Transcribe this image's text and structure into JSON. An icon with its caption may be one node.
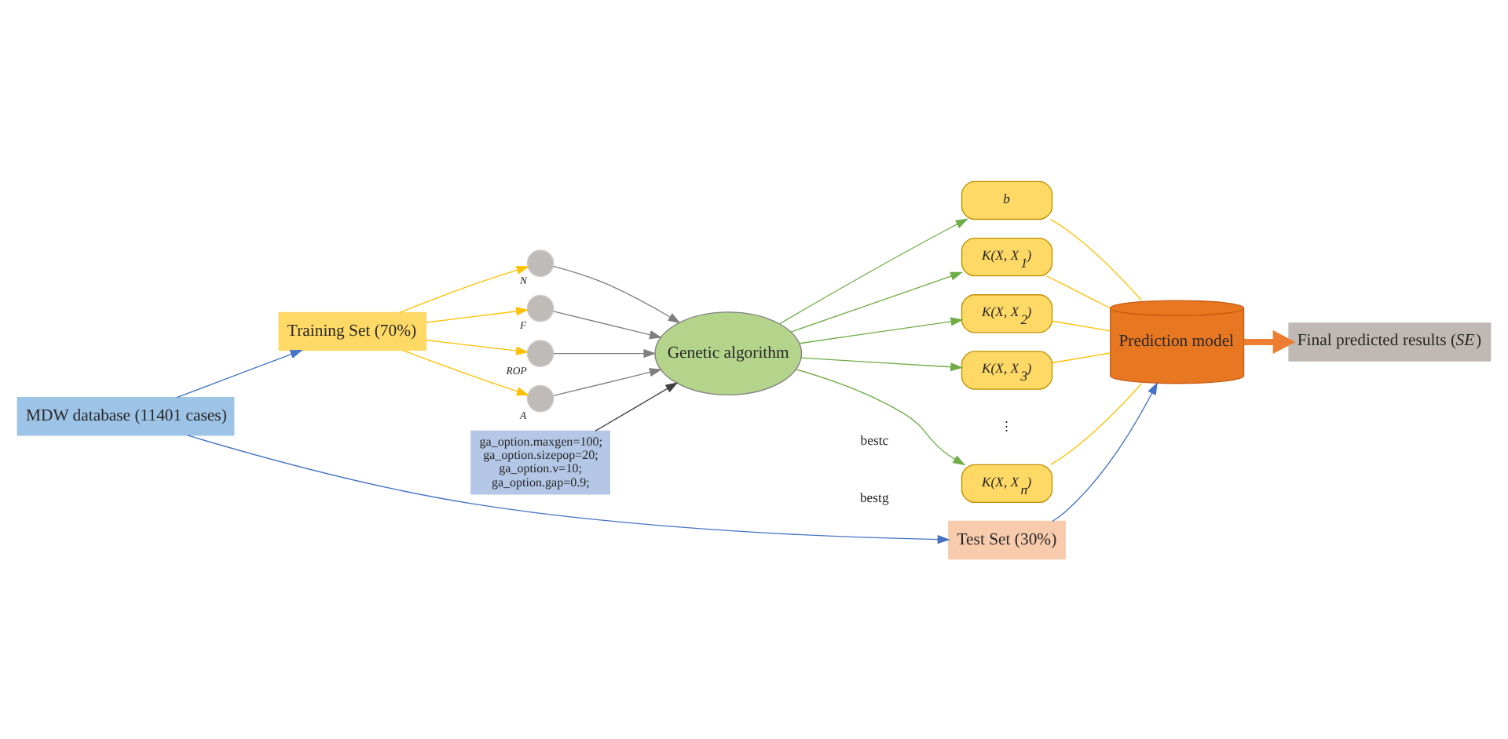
{
  "diagram": {
    "nodes": [
      {
        "text": [
          "MDW database (11401 cases)"
        ]
      },
      {
        "text": [
          "Training Set (70%)"
        ]
      },
      {
        "text": [],
        "shape": "circle",
        "beside": [
          "N"
        ]
      },
      {
        "text": [],
        "shape": "circle",
        "beside": [
          "F"
        ]
      },
      {
        "text": [],
        "shape": "circle",
        "beside": [
          "ROP"
        ]
      },
      {
        "text": [],
        "shape": "circle",
        "beside": [
          "A"
        ]
      },
      {
        "text": [
          "Genetic algorithm"
        ]
      },
      {
        "text": [
          "ga_option.maxgen=100;",
          "ga_option.sizepop=20;",
          "ga_option.v=10;",
          "ga_option.gap=0.9;"
        ]
      },
      {
        "text": [
          "b"
        ]
      },
      {
        "text": [
          "K(X, X$_{1}$)"
        ]
      },
      {
        "text": [
          "K(X, X$_{2}$)"
        ]
      },
      {
        "text": [
          "K(X, X$_{3}$)"
        ]
      },
      {
        "text": [
          "K(X, X$_{n}$)"
        ]
      },
      {
        "text": [
          "Test Set (30%)"
        ]
      },
      {
        "text": [
          "Prediction model"
        ]
      },
      {
        "text": [
          "Final predicted results (*SE*)"
        ]
      }
    ],
    "edges": [
      {
        "from": 0,
        "to": 1,
        "arrow": "to",
        "color": "#4472c4"
      },
      {
        "from": 0,
        "to": 13,
        "arrow": "to",
        "color": "#4472c4"
      },
      {
        "from": 1,
        "to": 2,
        "arrow": "to",
        "color": "#ffc000"
      },
      {
        "from": 1,
        "to": 3,
        "arrow": "to",
        "color": "#ffc000"
      },
      {
        "from": 1,
        "to": 4,
        "arrow": "to",
        "color": "#ffc000"
      },
      {
        "from": 1,
        "to": 5,
        "arrow": "to",
        "color": "#ffc000"
      },
      {
        "from": 2,
        "to": 6,
        "arrow": "to",
        "color": "#7f7f7f"
      },
      {
        "from": 3,
        "to": 6,
        "arrow": "to",
        "color": "#7f7f7f"
      },
      {
        "from": 4,
        "to": 6,
        "arrow": "to",
        "color": "#7f7f7f"
      },
      {
        "from": 5,
        "to": 6,
        "arrow": "to",
        "color": "#7f7f7f"
      },
      {
        "from": 7,
        "to": 6,
        "arrow": "to",
        "color": "#404040"
      },
      {
        "from": 6,
        "to": 8,
        "arrow": "to",
        "color": "#70ad47"
      },
      {
        "from": 6,
        "to": 9,
        "arrow": "to",
        "color": "#70ad47"
      },
      {
        "from": 6,
        "to": 10,
        "arrow": "to",
        "color": "#70ad47"
      },
      {
        "from": 6,
        "to": 11,
        "arrow": "to",
        "color": "#70ad47"
      },
      {
        "from": 6,
        "to": 12,
        "arrow": "to",
        "color": "#70ad47"
      },
      {
        "from": 8,
        "to": 14,
        "arrow": "none",
        "color": "#ffc000"
      },
      {
        "from": 9,
        "to": 14,
        "arrow": "none",
        "color": "#ffc000"
      },
      {
        "from": 10,
        "to": 14,
        "arrow": "none",
        "color": "#ffc000"
      },
      {
        "from": 11,
        "to": 14,
        "arrow": "none",
        "color": "#ffc000"
      },
      {
        "from": 12,
        "to": 14,
        "arrow": "none",
        "color": "#ffc000"
      },
      {
        "from": 13,
        "to": 14,
        "arrow": "to",
        "color": "#4472c4"
      },
      {
        "from": 14,
        "to": 15,
        "arrow": "to",
        "style": "thick",
        "color": "#ed7d31"
      }
    ],
    "labels": [
      "bestc",
      "bestg",
      "⋮"
    ]
  }
}
